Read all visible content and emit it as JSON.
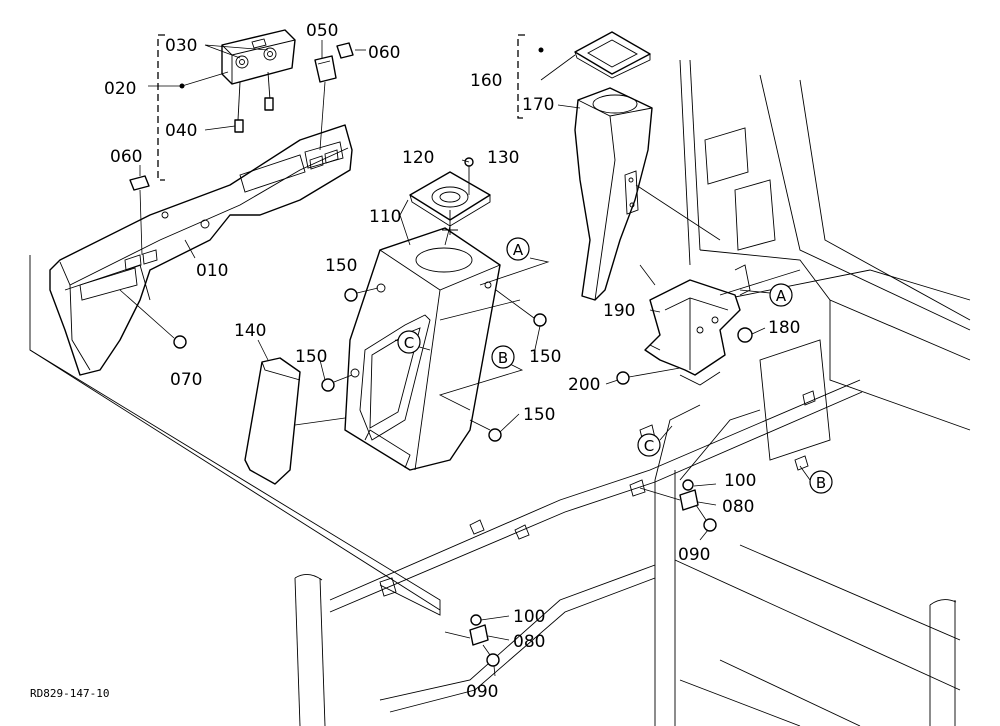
{
  "callouts": {
    "c010": "010",
    "c020": "020",
    "c030": "030",
    "c040": "040",
    "c050": "050",
    "c060a": "060",
    "c060b": "060",
    "c070": "070",
    "c080a": "080",
    "c080b": "080",
    "c090a": "090",
    "c090b": "090",
    "c100a": "100",
    "c100b": "100",
    "c110": "110",
    "c120": "120",
    "c130": "130",
    "c140": "140",
    "c150a": "150",
    "c150b": "150",
    "c150c": "150",
    "c150d": "150",
    "c160": "160",
    "c170": "170",
    "c180": "180",
    "c190": "190",
    "c200": "200"
  },
  "refs": {
    "a1": "A",
    "a2": "A",
    "b1": "B",
    "b2": "B",
    "c1": "C",
    "c2": "C"
  },
  "drawing_number": "RD829-147-10"
}
